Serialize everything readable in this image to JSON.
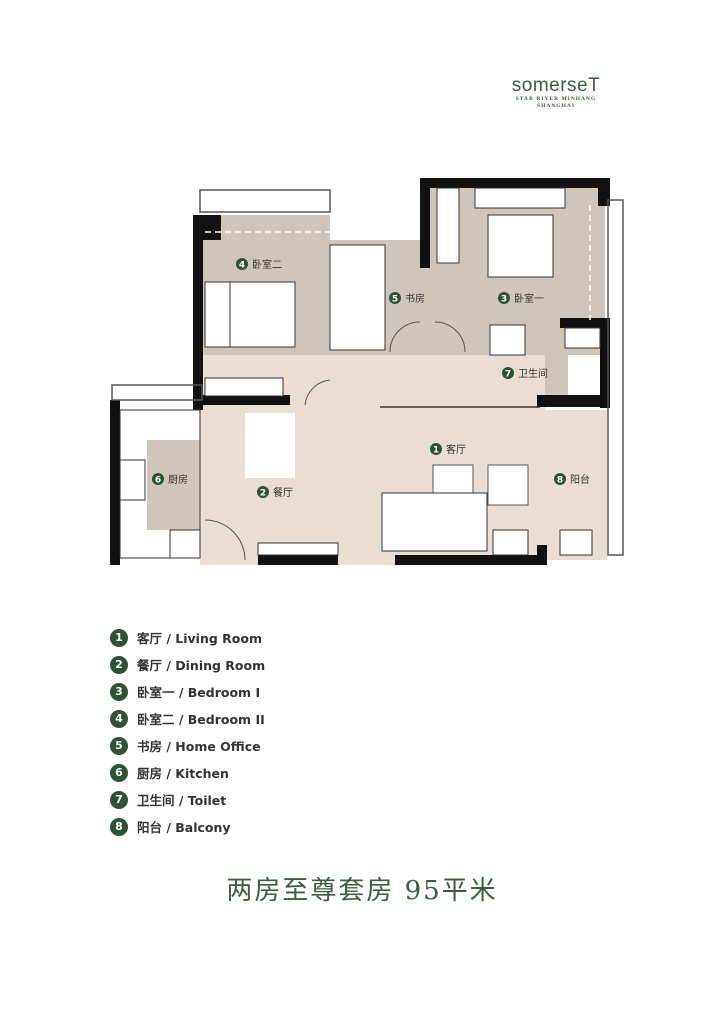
{
  "logo": {
    "brand": "somerseT",
    "subtitle_line1": "STAR RIVER MINHANG",
    "subtitle_line2": "SHANGHAI"
  },
  "floorplan": {
    "rooms": [
      {
        "num": "1",
        "label": "客厅"
      },
      {
        "num": "2",
        "label": "餐厅"
      },
      {
        "num": "3",
        "label": "卧室一"
      },
      {
        "num": "4",
        "label": "卧室二"
      },
      {
        "num": "5",
        "label": "书房"
      },
      {
        "num": "6",
        "label": "厨房"
      },
      {
        "num": "7",
        "label": "卫生间"
      },
      {
        "num": "8",
        "label": "阳台"
      }
    ],
    "colors": {
      "room_fill": "#cfc5bb",
      "living_fill": "#eaddd2",
      "wall": "#111111",
      "accent": "#2e5233"
    }
  },
  "legend": [
    {
      "num": "1",
      "text": "客厅 / Living Room"
    },
    {
      "num": "2",
      "text": "餐厅 / Dining Room"
    },
    {
      "num": "3",
      "text": "卧室一 / Bedroom I"
    },
    {
      "num": "4",
      "text": "卧室二 / Bedroom II"
    },
    {
      "num": "5",
      "text": "书房 / Home Office"
    },
    {
      "num": "6",
      "text": "厨房 / Kitchen"
    },
    {
      "num": "7",
      "text": "卫生间 / Toilet"
    },
    {
      "num": "8",
      "text": "阳台 / Balcony"
    }
  ],
  "title": "两房至尊套房 95平米"
}
